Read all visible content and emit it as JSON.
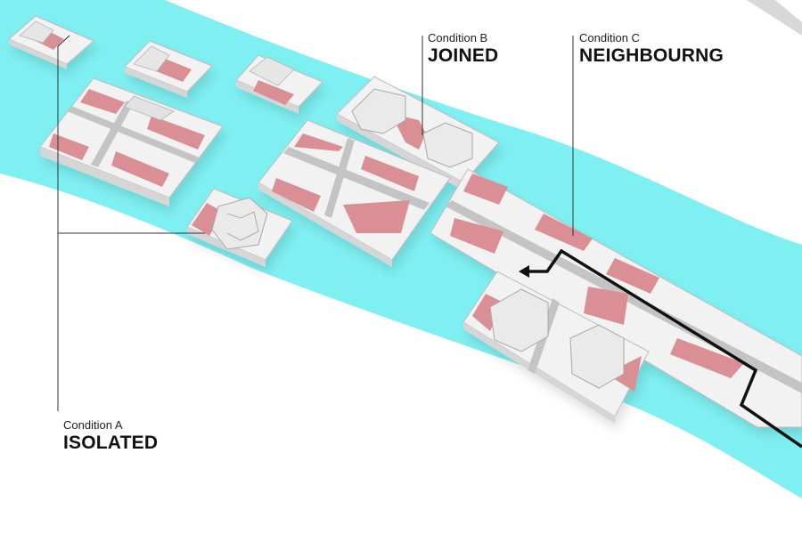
{
  "colors": {
    "water": "#7ff0f2",
    "platform": "#f0f0f0",
    "platform_edge": "#cfcfcf",
    "garden": "#d98f93",
    "road": "#c4c4c4",
    "leader_line": "#333333",
    "path_line": "#111111"
  },
  "conditions": [
    {
      "caption": "Condition A",
      "title": "ISOLATED"
    },
    {
      "caption": "Condition B",
      "title": "JOINED"
    },
    {
      "caption": "Condition C",
      "title": "NEIGHBOURNG"
    }
  ]
}
